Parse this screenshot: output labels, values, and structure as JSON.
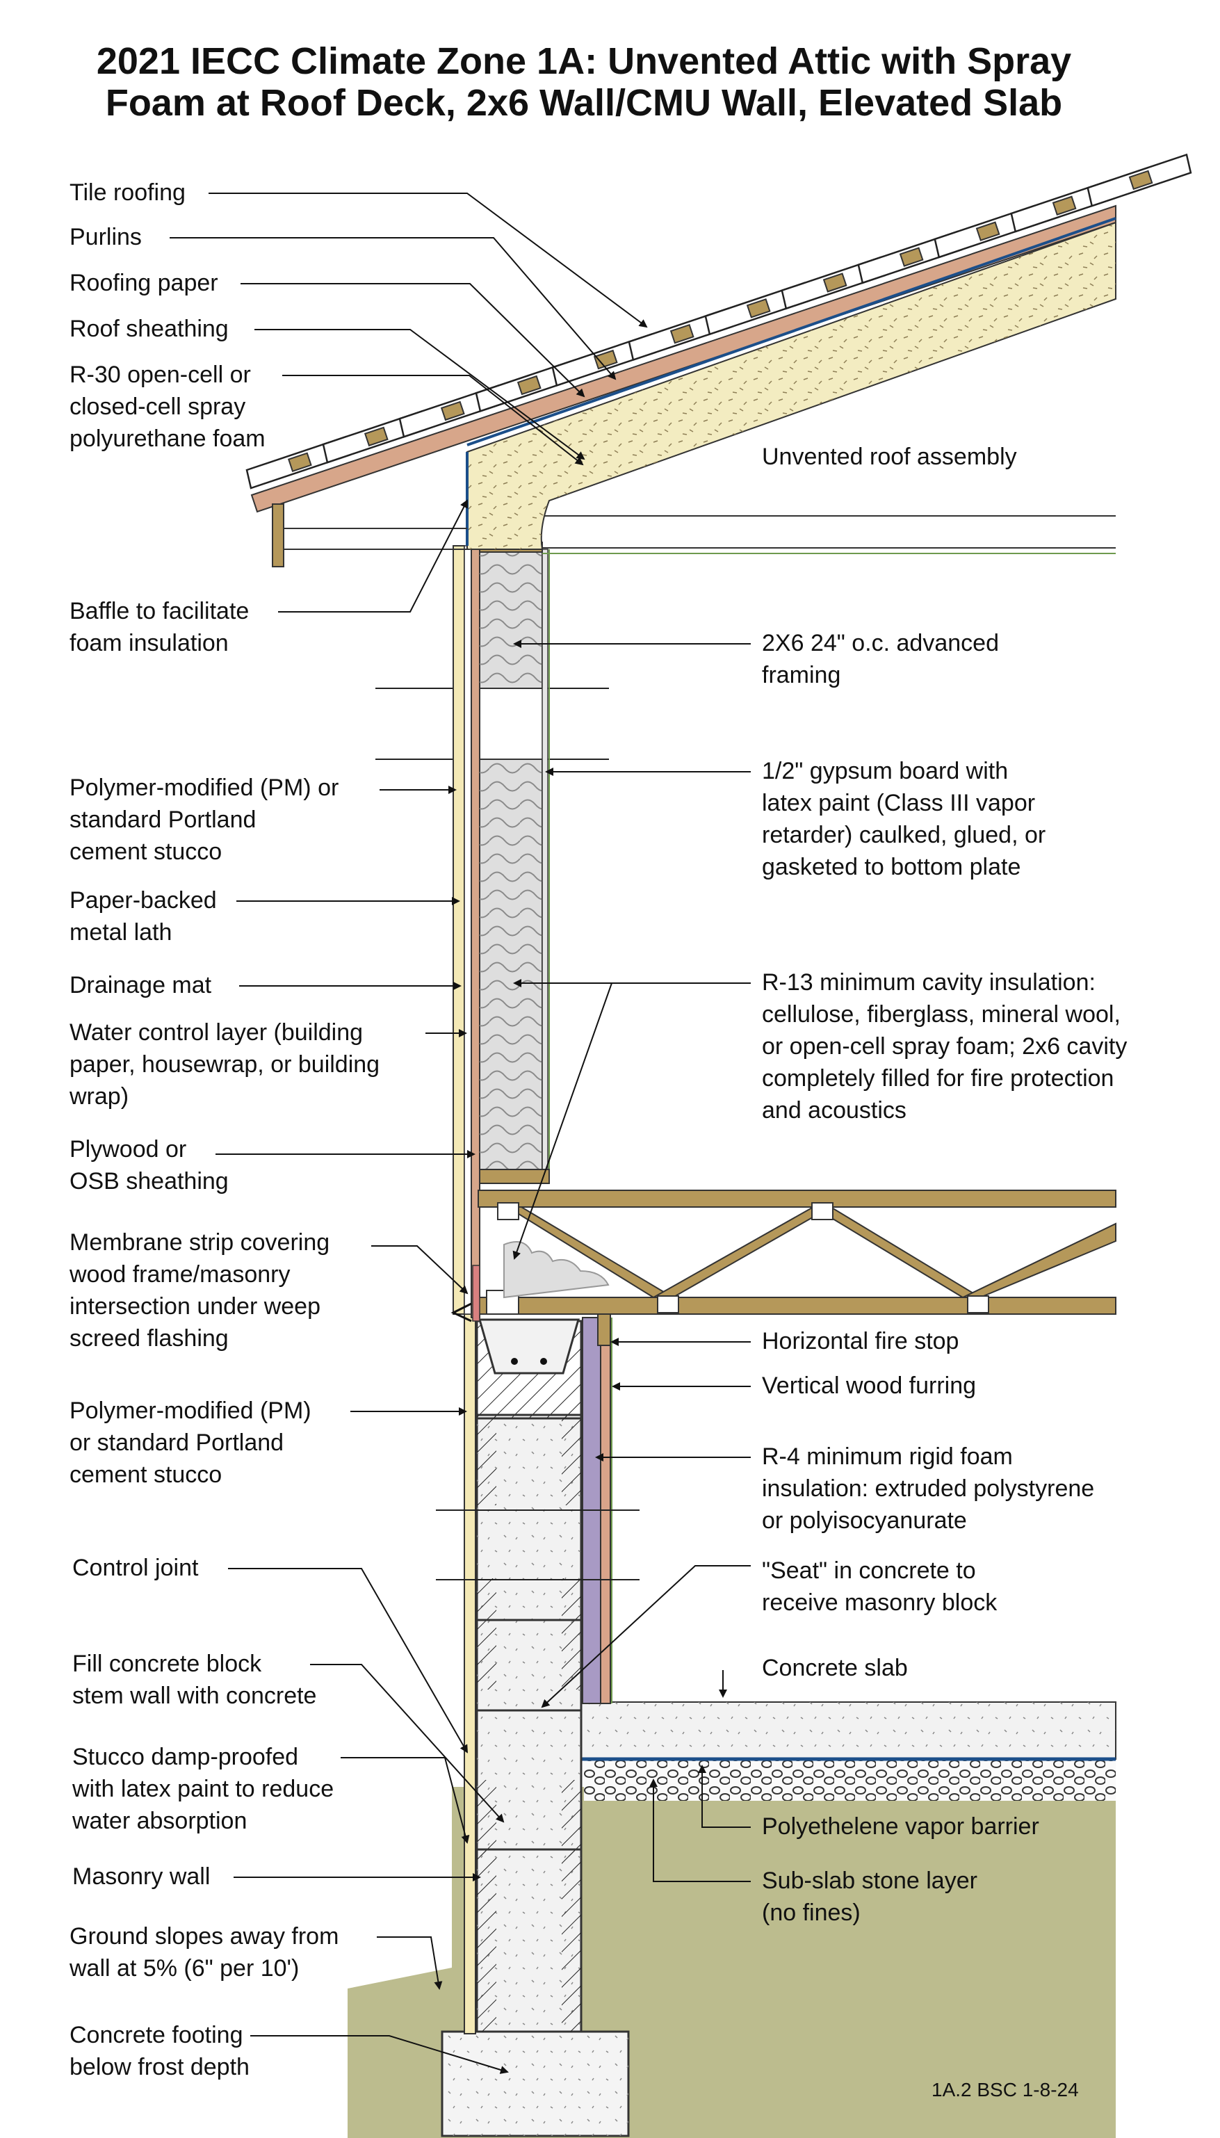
{
  "title": {
    "line1": "2021 IECC Climate Zone 1A: Unvented Attic with Spray",
    "line2": "Foam at Roof Deck, 2x6 Wall/CMU Wall, Elevated Slab"
  },
  "labels_left": [
    {
      "id": "tile-roofing",
      "lines": [
        "Tile roofing"
      ]
    },
    {
      "id": "purlins",
      "lines": [
        "Purlins"
      ]
    },
    {
      "id": "roofing-paper",
      "lines": [
        "Roofing paper"
      ]
    },
    {
      "id": "roof-sheathing",
      "lines": [
        "Roof sheathing"
      ]
    },
    {
      "id": "spray-foam",
      "lines": [
        "R-30 open-cell or",
        "closed-cell spray",
        "polyurethane foam"
      ]
    },
    {
      "id": "baffle",
      "lines": [
        "Baffle to facilitate",
        "foam insulation"
      ]
    },
    {
      "id": "stucco-upper",
      "lines": [
        "Polymer-modified (PM) or",
        "standard Portland",
        "cement stucco"
      ]
    },
    {
      "id": "metal-lath",
      "lines": [
        "Paper-backed",
        "metal lath"
      ]
    },
    {
      "id": "drainage-mat",
      "lines": [
        "Drainage mat"
      ]
    },
    {
      "id": "water-control",
      "lines": [
        "Water control layer (building",
        "paper, housewrap, or building",
        "wrap)"
      ]
    },
    {
      "id": "plywood",
      "lines": [
        "Plywood or",
        "OSB sheathing"
      ]
    },
    {
      "id": "membrane-strip",
      "lines": [
        "Membrane strip covering",
        "wood frame/masonry",
        "intersection under weep",
        "screed flashing"
      ]
    },
    {
      "id": "stucco-lower",
      "lines": [
        "Polymer-modified (PM)",
        "or standard Portland",
        "cement stucco"
      ]
    },
    {
      "id": "control-joint",
      "lines": [
        "Control joint"
      ]
    },
    {
      "id": "fill-block",
      "lines": [
        "Fill concrete block",
        "stem wall with concrete"
      ]
    },
    {
      "id": "damp-proofed",
      "lines": [
        "Stucco damp-proofed",
        "with latex paint to reduce",
        "water absorption"
      ]
    },
    {
      "id": "masonry-wall",
      "lines": [
        "Masonry wall"
      ]
    },
    {
      "id": "ground-slopes",
      "lines": [
        "Ground slopes away from",
        "wall at 5% (6\" per 10')"
      ]
    },
    {
      "id": "footing",
      "lines": [
        "Concrete footing",
        "below frost depth"
      ]
    }
  ],
  "labels_right": [
    {
      "id": "unvented-roof",
      "lines": [
        "Unvented roof assembly"
      ]
    },
    {
      "id": "framing",
      "lines": [
        "2X6 24\" o.c. advanced",
        "framing"
      ]
    },
    {
      "id": "gypsum",
      "lines": [
        "1/2\" gypsum board with",
        "latex paint (Class III vapor",
        "retarder) caulked, glued, or",
        "gasketed to bottom plate"
      ]
    },
    {
      "id": "cavity-insulation",
      "lines": [
        "R-13 minimum cavity insulation:",
        "cellulose, fiberglass, mineral wool,",
        "or open-cell spray foam; 2x6 cavity",
        "completely filled for fire protection",
        "and acoustics"
      ]
    },
    {
      "id": "fire-stop",
      "lines": [
        "Horizontal fire stop"
      ]
    },
    {
      "id": "furring",
      "lines": [
        "Vertical wood furring"
      ]
    },
    {
      "id": "rigid-foam",
      "lines": [
        "R-4 minimum rigid foam",
        "insulation: extruded polystyrene",
        "or polyisocyanurate"
      ]
    },
    {
      "id": "seat",
      "lines": [
        "\"Seat\" in concrete to",
        "receive masonry block"
      ]
    },
    {
      "id": "slab",
      "lines": [
        "Concrete slab"
      ]
    },
    {
      "id": "vapor-barrier",
      "lines": [
        "Polyethelene vapor barrier"
      ]
    },
    {
      "id": "stone-layer",
      "lines": [
        "Sub-slab stone layer",
        "(no fines)"
      ]
    }
  ],
  "drawing_code": "1A.2 BSC 1-8-24",
  "colors": {
    "foam": "#f3ecc1",
    "wood": "#b5985a",
    "sheathing": "#d7a68a",
    "insulation": "#dedede",
    "rigid_foam": "#a89ac4",
    "soil": "#bcbc8e",
    "concrete": "#f2f2f2",
    "stucco": "#f4e9b6",
    "vapor": "#1c4f8a"
  }
}
